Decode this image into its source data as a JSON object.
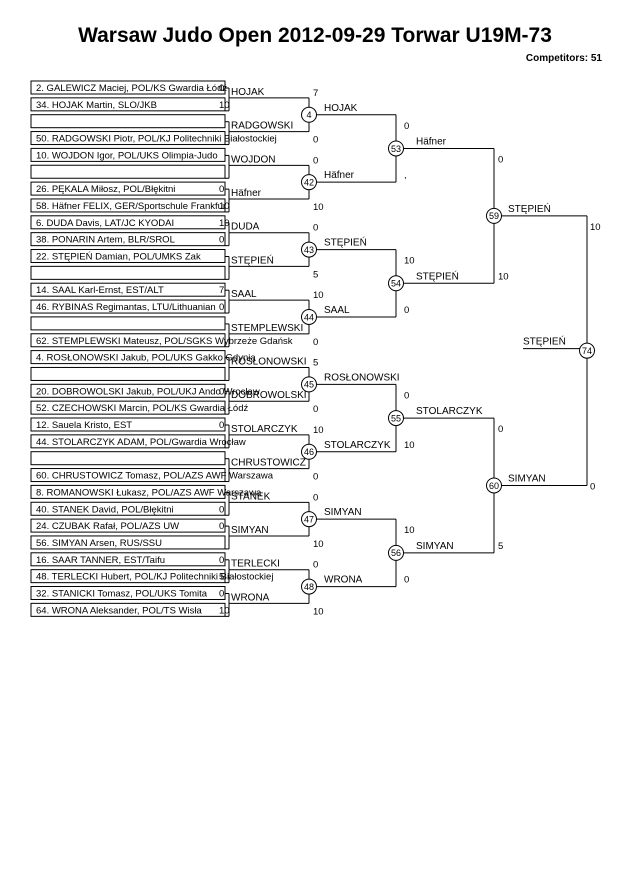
{
  "header": {
    "title": "Warsaw Judo Open  2012-09-29  Torwar   U19M-73",
    "competitors": "Competitors: 51"
  },
  "entries": [
    "2. GALEWICZ Maciej, POL/KS Gwardia Łódź",
    "34. HOJAK Martin, SLO/JKB",
    "",
    "50. RADGOWSKI Piotr, POL/KJ Politechniki Białostockiej",
    "10. WOJDON Igor, POL/UKS Olimpia-Judo",
    "",
    "26. PĘKALA Miłosz, POL/Błękitni",
    "58. Häfner FELIX, GER/Sportschule Frankfur",
    "6. DUDA Davis, LAT/JC KYODAI",
    "38. PONARIN Artem, BLR/SROL",
    "22. STĘPIEŃ Damian, POL/UMKS Zak",
    "",
    "14. SAAL Karl-Ernst, EST/ALT",
    "46. RYBINAS Regimantas, LTU/Lithuanian",
    "",
    "62. STEMPLEWSKI Mateusz, POL/SGKS Wybrzeże Gdańsk",
    "4. ROSŁONOWSKI Jakub, POL/UKS Gakko Gdynia",
    "",
    "20. DOBROWOLSKI Jakub, POL/UKJ Ando Wrocław",
    "52. CZECHOWSKI Marcin, POL/KS Gwardia Łódź",
    "12. Sauela Kristo, EST",
    "44. STOLARCZYK ADAM, POL/Gwardia Wrocław",
    "",
    "60. CHRUSTOWICZ Tomasz, POL/AZS AWF Warszawa",
    "8. ROMANOWSKI Łukasz, POL/AZS AWF Warszawa",
    "40. STANEK David, POL/Błękitni",
    "24. CZUBAK Rafał, POL/AZS UW",
    "56. SIMYAN Arsen, RUS/SSU",
    "16. SAAR TANNER, EST/Taifu",
    "48. TERLECKI Hubert, POL/KJ Politechniki Białostockiej",
    "32. STANICKI Tomasz, POL/UKS Tomita",
    "64. WRONA Aleksander, POL/TS Wisła"
  ],
  "entry_scores": [
    "0",
    "10",
    "",
    "",
    "",
    "",
    "0",
    "10",
    "10",
    "0",
    "",
    "",
    "7",
    "0",
    "",
    "",
    "",
    "",
    "0",
    "",
    "0",
    "",
    "",
    "",
    "",
    "0",
    "0",
    "",
    "0",
    "5",
    "0",
    "10"
  ],
  "r1": [
    {
      "label": "HOJAK",
      "score": ""
    },
    {
      "label": "RADGOWSKI",
      "score": ""
    },
    {
      "label": "WOJDON",
      "score": ""
    },
    {
      "label": "Häfner",
      "score": ""
    },
    {
      "label": "DUDA",
      "score": ""
    },
    {
      "label": "STĘPIEŃ",
      "score": ""
    },
    {
      "label": "SAAL",
      "score": ""
    },
    {
      "label": "STEMPLEWSKI",
      "score": ""
    },
    {
      "label": "ROSŁONOWSKI",
      "score": ""
    },
    {
      "label": "DOBROWOLSKI",
      "score": ""
    },
    {
      "label": "STOLARCZYK",
      "score": ""
    },
    {
      "label": "CHRUSTOWICZ",
      "score": ""
    },
    {
      "label": "STANEK",
      "score": ""
    },
    {
      "label": "SIMYAN",
      "score": ""
    },
    {
      "label": "TERLECKI",
      "score": ""
    },
    {
      "label": "WRONA",
      "score": ""
    }
  ],
  "r2": [
    {
      "num": "4",
      "top_label": "HOJAK",
      "top_score": "7",
      "bottom_score": "0"
    },
    {
      "num": "42",
      "top_label": "Häfner",
      "top_score": "0",
      "bottom_score": "10"
    },
    {
      "num": "43",
      "top_label": "STĘPIEŃ",
      "top_score": "0",
      "bottom_score": "5"
    },
    {
      "num": "44",
      "top_label": "SAAL",
      "top_score": "10",
      "bottom_score": "0"
    },
    {
      "num": "45",
      "top_label": "ROSŁONOWSKI",
      "top_score": "5",
      "bottom_score": "0"
    },
    {
      "num": "46",
      "top_label": "STOLARCZYK",
      "top_score": "10",
      "bottom_score": "0"
    },
    {
      "num": "47",
      "top_label": "SIMYAN",
      "top_score": "0",
      "bottom_score": "10"
    },
    {
      "num": "48",
      "top_label": "WRONA",
      "top_score": "0",
      "bottom_score": "10"
    }
  ],
  "r3": [
    {
      "num": "53",
      "label": "Häfner",
      "top_score": "0",
      "bottom_score": ","
    },
    {
      "num": "54",
      "label": "STĘPIEŃ",
      "top_score": "10",
      "bottom_score": "0"
    },
    {
      "num": "55",
      "label": "STOLARCZYK",
      "top_score": "0",
      "bottom_score": "10"
    },
    {
      "num": "56",
      "label": "SIMYAN",
      "top_score": "10",
      "bottom_score": "0"
    }
  ],
  "r4": [
    {
      "num": "59",
      "label": "STĘPIEŃ",
      "top_score": "0",
      "bottom_score": "10"
    },
    {
      "num": "60",
      "label": "SIMYAN",
      "top_score": "0",
      "bottom_score": "5"
    }
  ],
  "final": {
    "num": "74",
    "label": "STĘPIEŃ",
    "top_score": "10",
    "bottom_score": "0"
  }
}
